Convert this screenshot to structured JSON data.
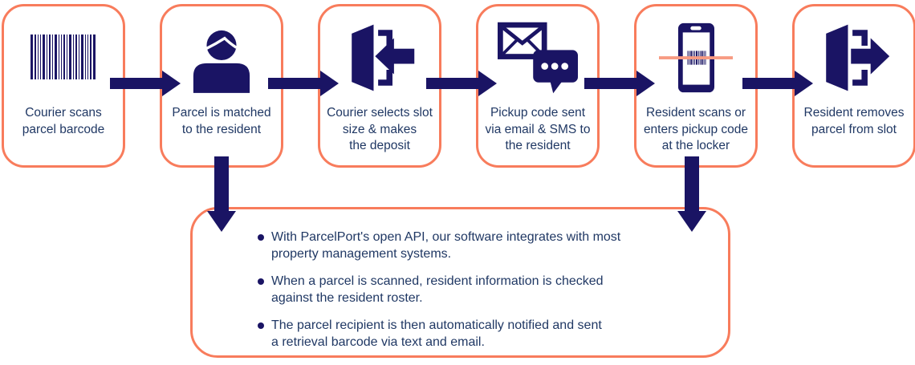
{
  "palette": {
    "navy": "#1A1464",
    "text": "#203864",
    "orange": "#F87C5C",
    "scanline": "#F79B82",
    "bg": "#FFFFFF"
  },
  "steps": [
    {
      "icon": "barcode-icon",
      "label": "Courier scans\nparcel barcode"
    },
    {
      "icon": "resident-icon",
      "label": "Parcel is matched\nto the resident"
    },
    {
      "icon": "slot-deposit-icon",
      "label": "Courier selects slot\nsize & makes\nthe deposit"
    },
    {
      "icon": "email-sms-icon",
      "label": "Pickup code sent\nvia email & SMS to\nthe resident"
    },
    {
      "icon": "phone-scan-icon",
      "label": "Resident scans or\nenters pickup code\nat the locker"
    },
    {
      "icon": "slot-remove-icon",
      "label": "Resident removes\nparcel from slot"
    }
  ],
  "note_box": {
    "bullets": [
      "With ParcelPort's open API, our software integrates with most\nproperty management systems.",
      "When a parcel is scanned, resident information is checked\nagainst the resident roster.",
      "The parcel recipient is then automatically notified and sent\na retrieval barcode via text and email."
    ]
  }
}
